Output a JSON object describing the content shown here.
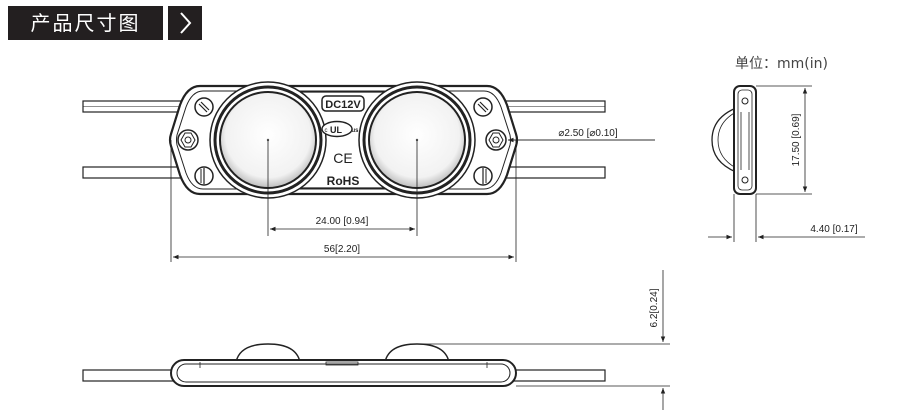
{
  "header": {
    "title": "产品尺寸图",
    "arrow_icon": "chevron-right-icon"
  },
  "unit_label": "单位：mm(in)",
  "module_labels": {
    "voltage": "DC12V",
    "ul_mark": "UL",
    "ul_prefix": "c",
    "ul_suffix": "us",
    "ce_mark": "CE",
    "rohs": "RoHS"
  },
  "dimensions": {
    "hole_diameter": "⌀2.50 [⌀0.10]",
    "lens_pitch": "24.00 [0.94]",
    "total_length": "56[2.20]",
    "width": "17.50 [0.69]",
    "thickness": "4.40 [0.17]",
    "height": "6.2[0.24]"
  },
  "colors": {
    "header_bg": "#231f20",
    "header_text": "#ffffff",
    "line": "#222222"
  }
}
